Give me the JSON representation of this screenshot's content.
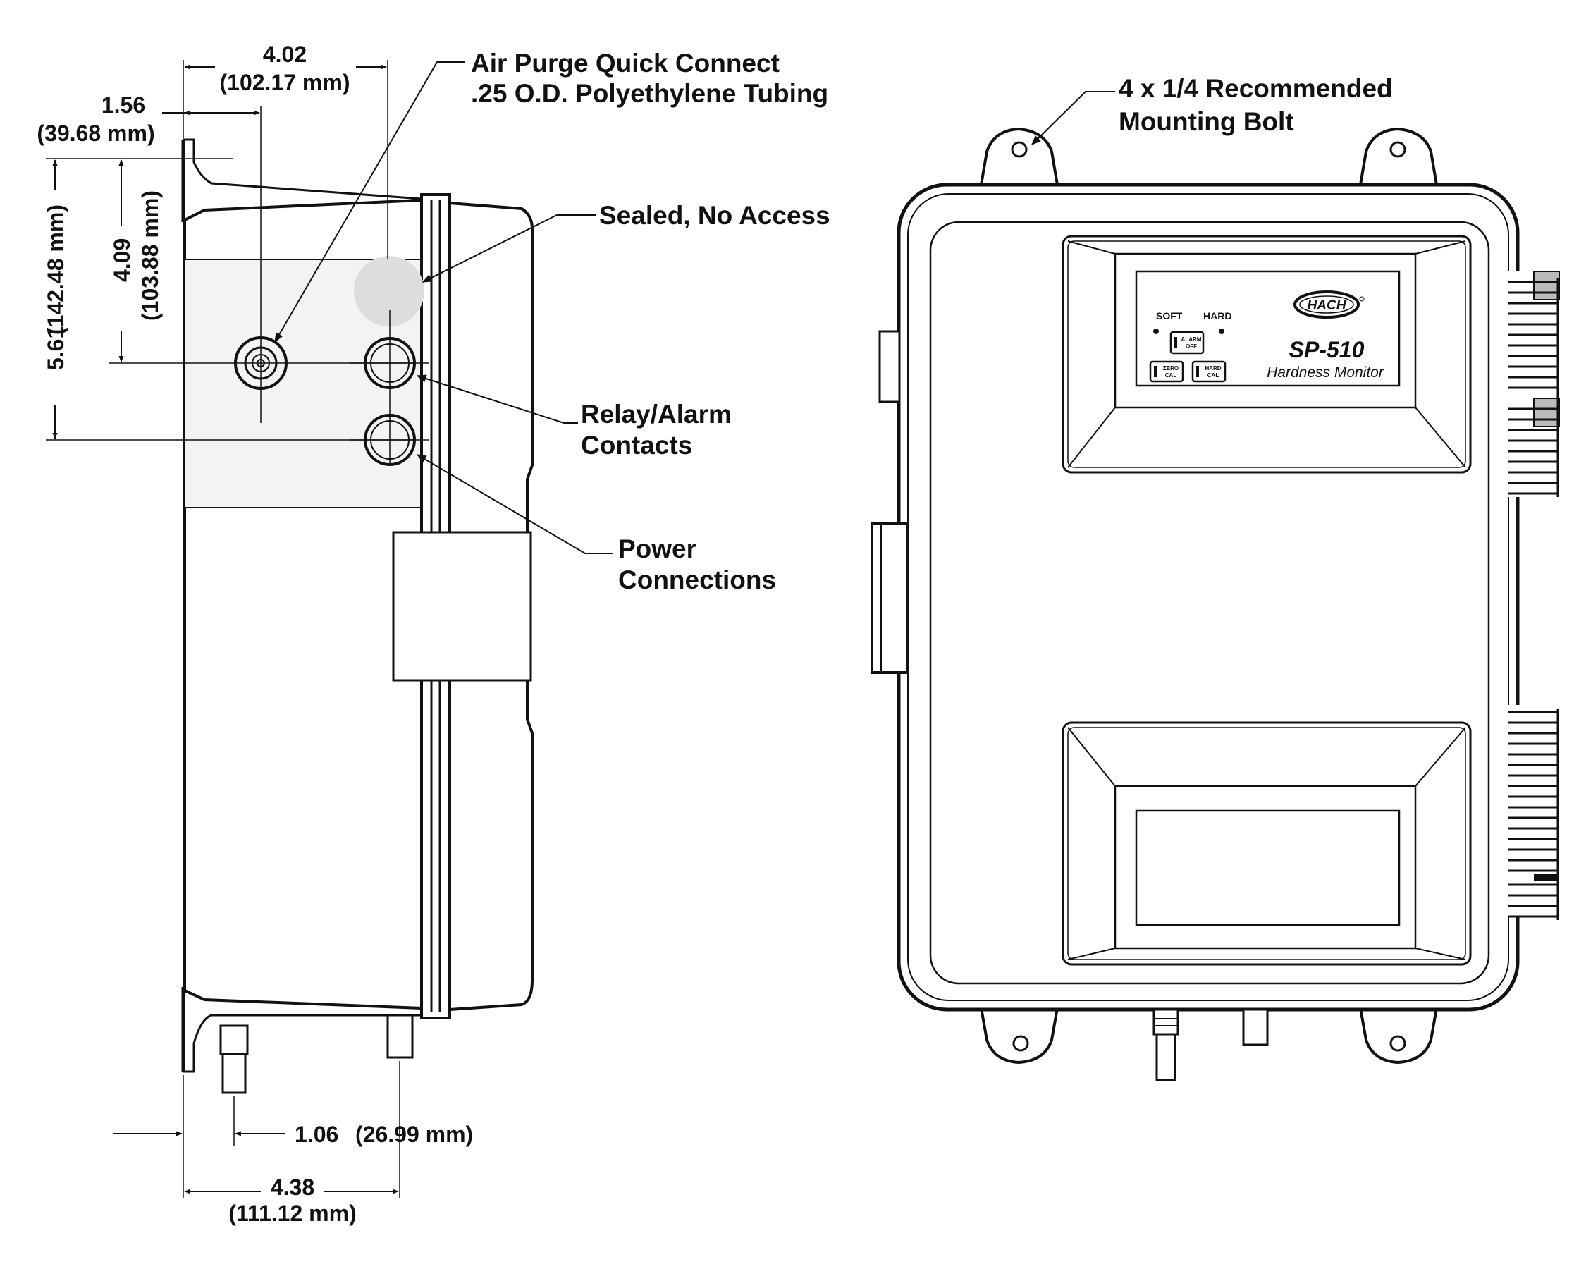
{
  "side_view": {
    "dimensions": {
      "width_top_in": "4.02",
      "width_top_mm": "(102.17 mm)",
      "offset_in": "1.56",
      "offset_mm": "(39.68 mm)",
      "height_a_in": "5.61",
      "height_a_mm": "(142.48 mm)",
      "height_b_in": "4.09",
      "height_b_mm": "(103.88 mm)",
      "fitting_in": "1.06",
      "fitting_mm": "(26.99 mm)",
      "width_bottom_in": "4.38",
      "width_bottom_mm": "(111.12 mm)"
    },
    "callouts": {
      "air_purge_line1": "Air Purge Quick Connect",
      "air_purge_line2": ".25 O.D. Polyethylene Tubing",
      "sealed": "Sealed, No Access",
      "relay_line1": "Relay/Alarm",
      "relay_line2": "Contacts",
      "power_line1": "Power",
      "power_line2": "Connections"
    }
  },
  "front_view": {
    "mounting_line1": "4 x 1/4  Recommended",
    "mounting_line2": "Mounting Bolt",
    "panel": {
      "brand": "HACH",
      "model": "SP-510",
      "subtitle": "Hardness Monitor",
      "soft_label": "SOFT",
      "hard_label": "HARD",
      "alarm_btn_top": "ALARM",
      "alarm_btn_bottom": "OFF",
      "zero_btn_top": "ZERO",
      "zero_btn_bottom": "CAL",
      "hard_btn_top": "HARD",
      "hard_btn_bottom": "CAL"
    }
  }
}
